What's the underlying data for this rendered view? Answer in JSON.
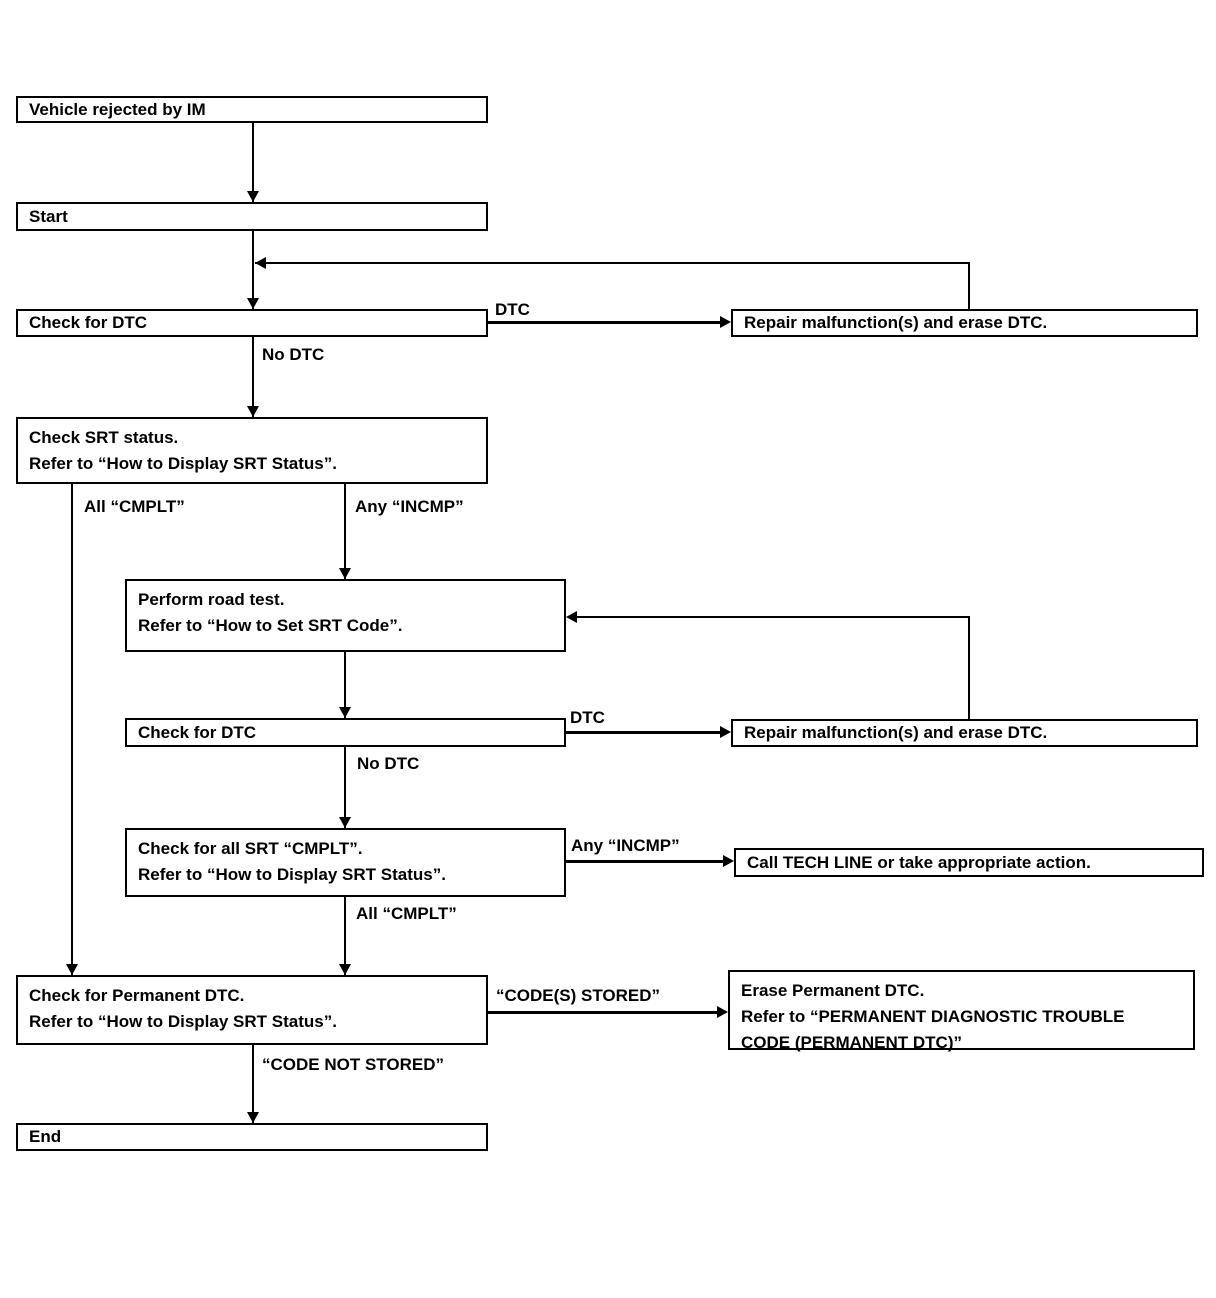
{
  "colors": {
    "line": "#000000",
    "background": "#ffffff",
    "text": "#000000"
  },
  "nodes": {
    "vehicle_rejected": {
      "lines": [
        "Vehicle rejected by IM"
      ]
    },
    "start": {
      "lines": [
        "Start"
      ]
    },
    "check_dtc_1": {
      "lines": [
        "Check for DTC"
      ]
    },
    "repair_dtc_1": {
      "lines": [
        "Repair malfunction(s) and erase DTC."
      ]
    },
    "check_srt_status": {
      "lines": [
        "Check SRT status.",
        "Refer to “How to Display SRT Status”."
      ]
    },
    "perform_road_test": {
      "lines": [
        "Perform road test.",
        "Refer to “How to Set SRT Code”."
      ]
    },
    "check_dtc_2": {
      "lines": [
        "Check for DTC"
      ]
    },
    "repair_dtc_2": {
      "lines": [
        "Repair malfunction(s) and erase DTC."
      ]
    },
    "check_all_srt": {
      "lines": [
        "Check for all SRT “CMPLT”.",
        "Refer to “How to Display SRT Status”."
      ]
    },
    "call_tech_line": {
      "lines": [
        "Call TECH LINE or take appropriate action."
      ]
    },
    "check_permanent_dtc": {
      "lines": [
        "Check for Permanent DTC.",
        "Refer to “How to Display SRT Status”."
      ]
    },
    "erase_permanent_dtc": {
      "lines": [
        "Erase Permanent DTC.",
        "Refer to “PERMANENT DIAGNOSTIC TROUBLE",
        "CODE (PERMANENT DTC)”"
      ]
    },
    "end": {
      "lines": [
        "End"
      ]
    }
  },
  "labels": {
    "dtc_1": "DTC",
    "no_dtc_1": "No DTC",
    "all_cmplt_1": "All “CMPLT”",
    "any_incmp_1": "Any “INCMP”",
    "dtc_2": "DTC",
    "no_dtc_2": "No DTC",
    "any_incmp_2": "Any “INCMP”",
    "all_cmplt_2": "All “CMPLT”",
    "codes_stored": "“CODE(S) STORED”",
    "code_not_stored": "“CODE NOT STORED”"
  }
}
